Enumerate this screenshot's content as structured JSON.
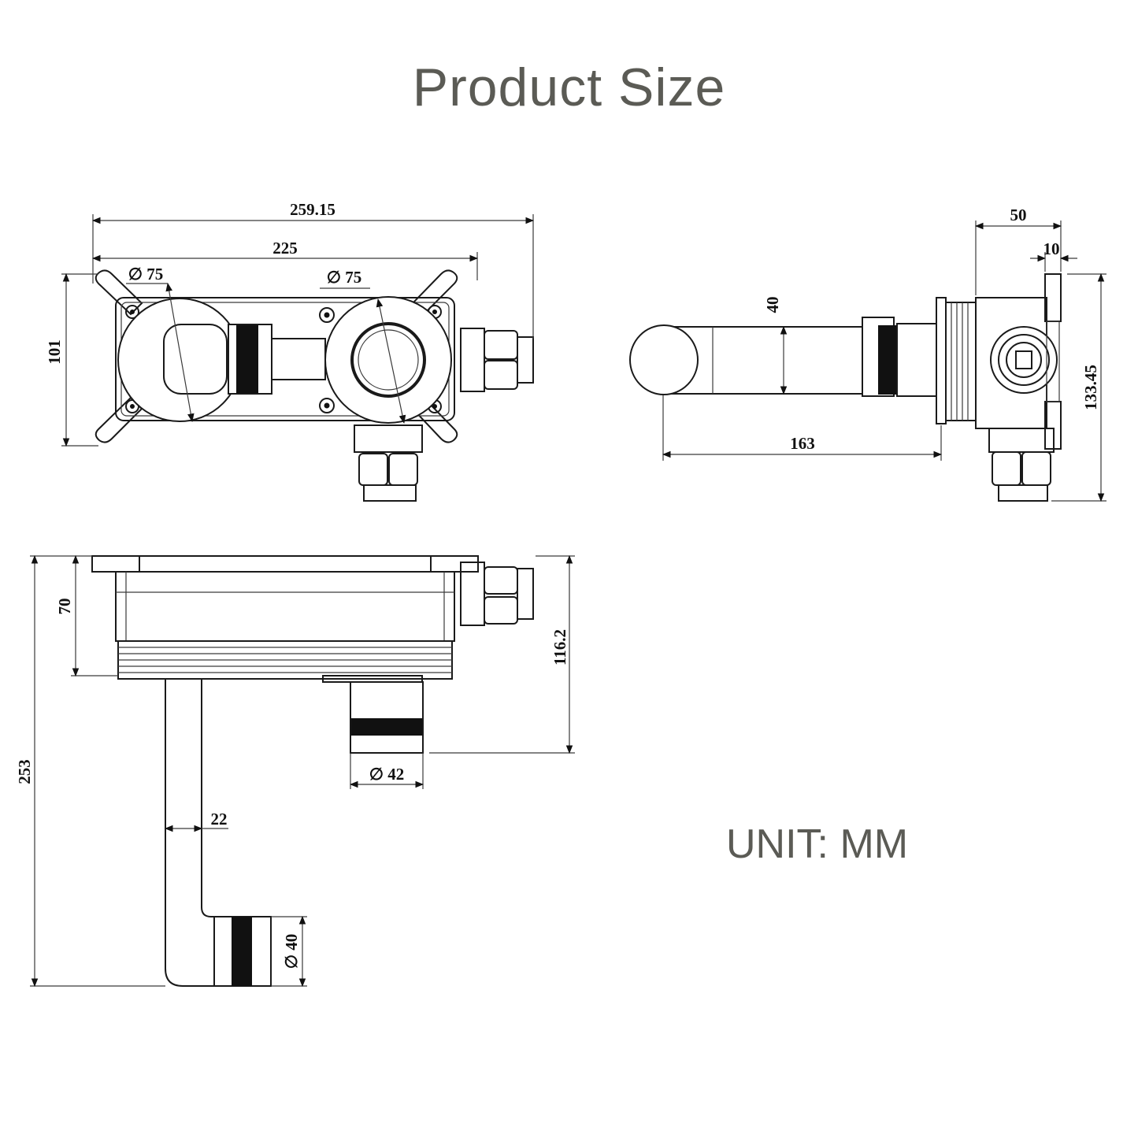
{
  "title": "Product Size",
  "unit_label": "UNIT: MM",
  "dimensions": {
    "overall_length": "259.15",
    "body_length": "225",
    "left_flange_diameter": "∅ 75",
    "right_flange_diameter": "∅ 75",
    "body_height": "101",
    "wall_plate_depth": "50",
    "flange_thickness": "10",
    "side_height": "133.45",
    "spout_diameter_side": "40",
    "spout_length": "163",
    "box_depth": "70",
    "outlet_depth": "116.2",
    "overall_height": "253",
    "pipe_width": "22",
    "outlet_diameter": "∅ 42",
    "spout_end_diameter": "∅ 40"
  }
}
